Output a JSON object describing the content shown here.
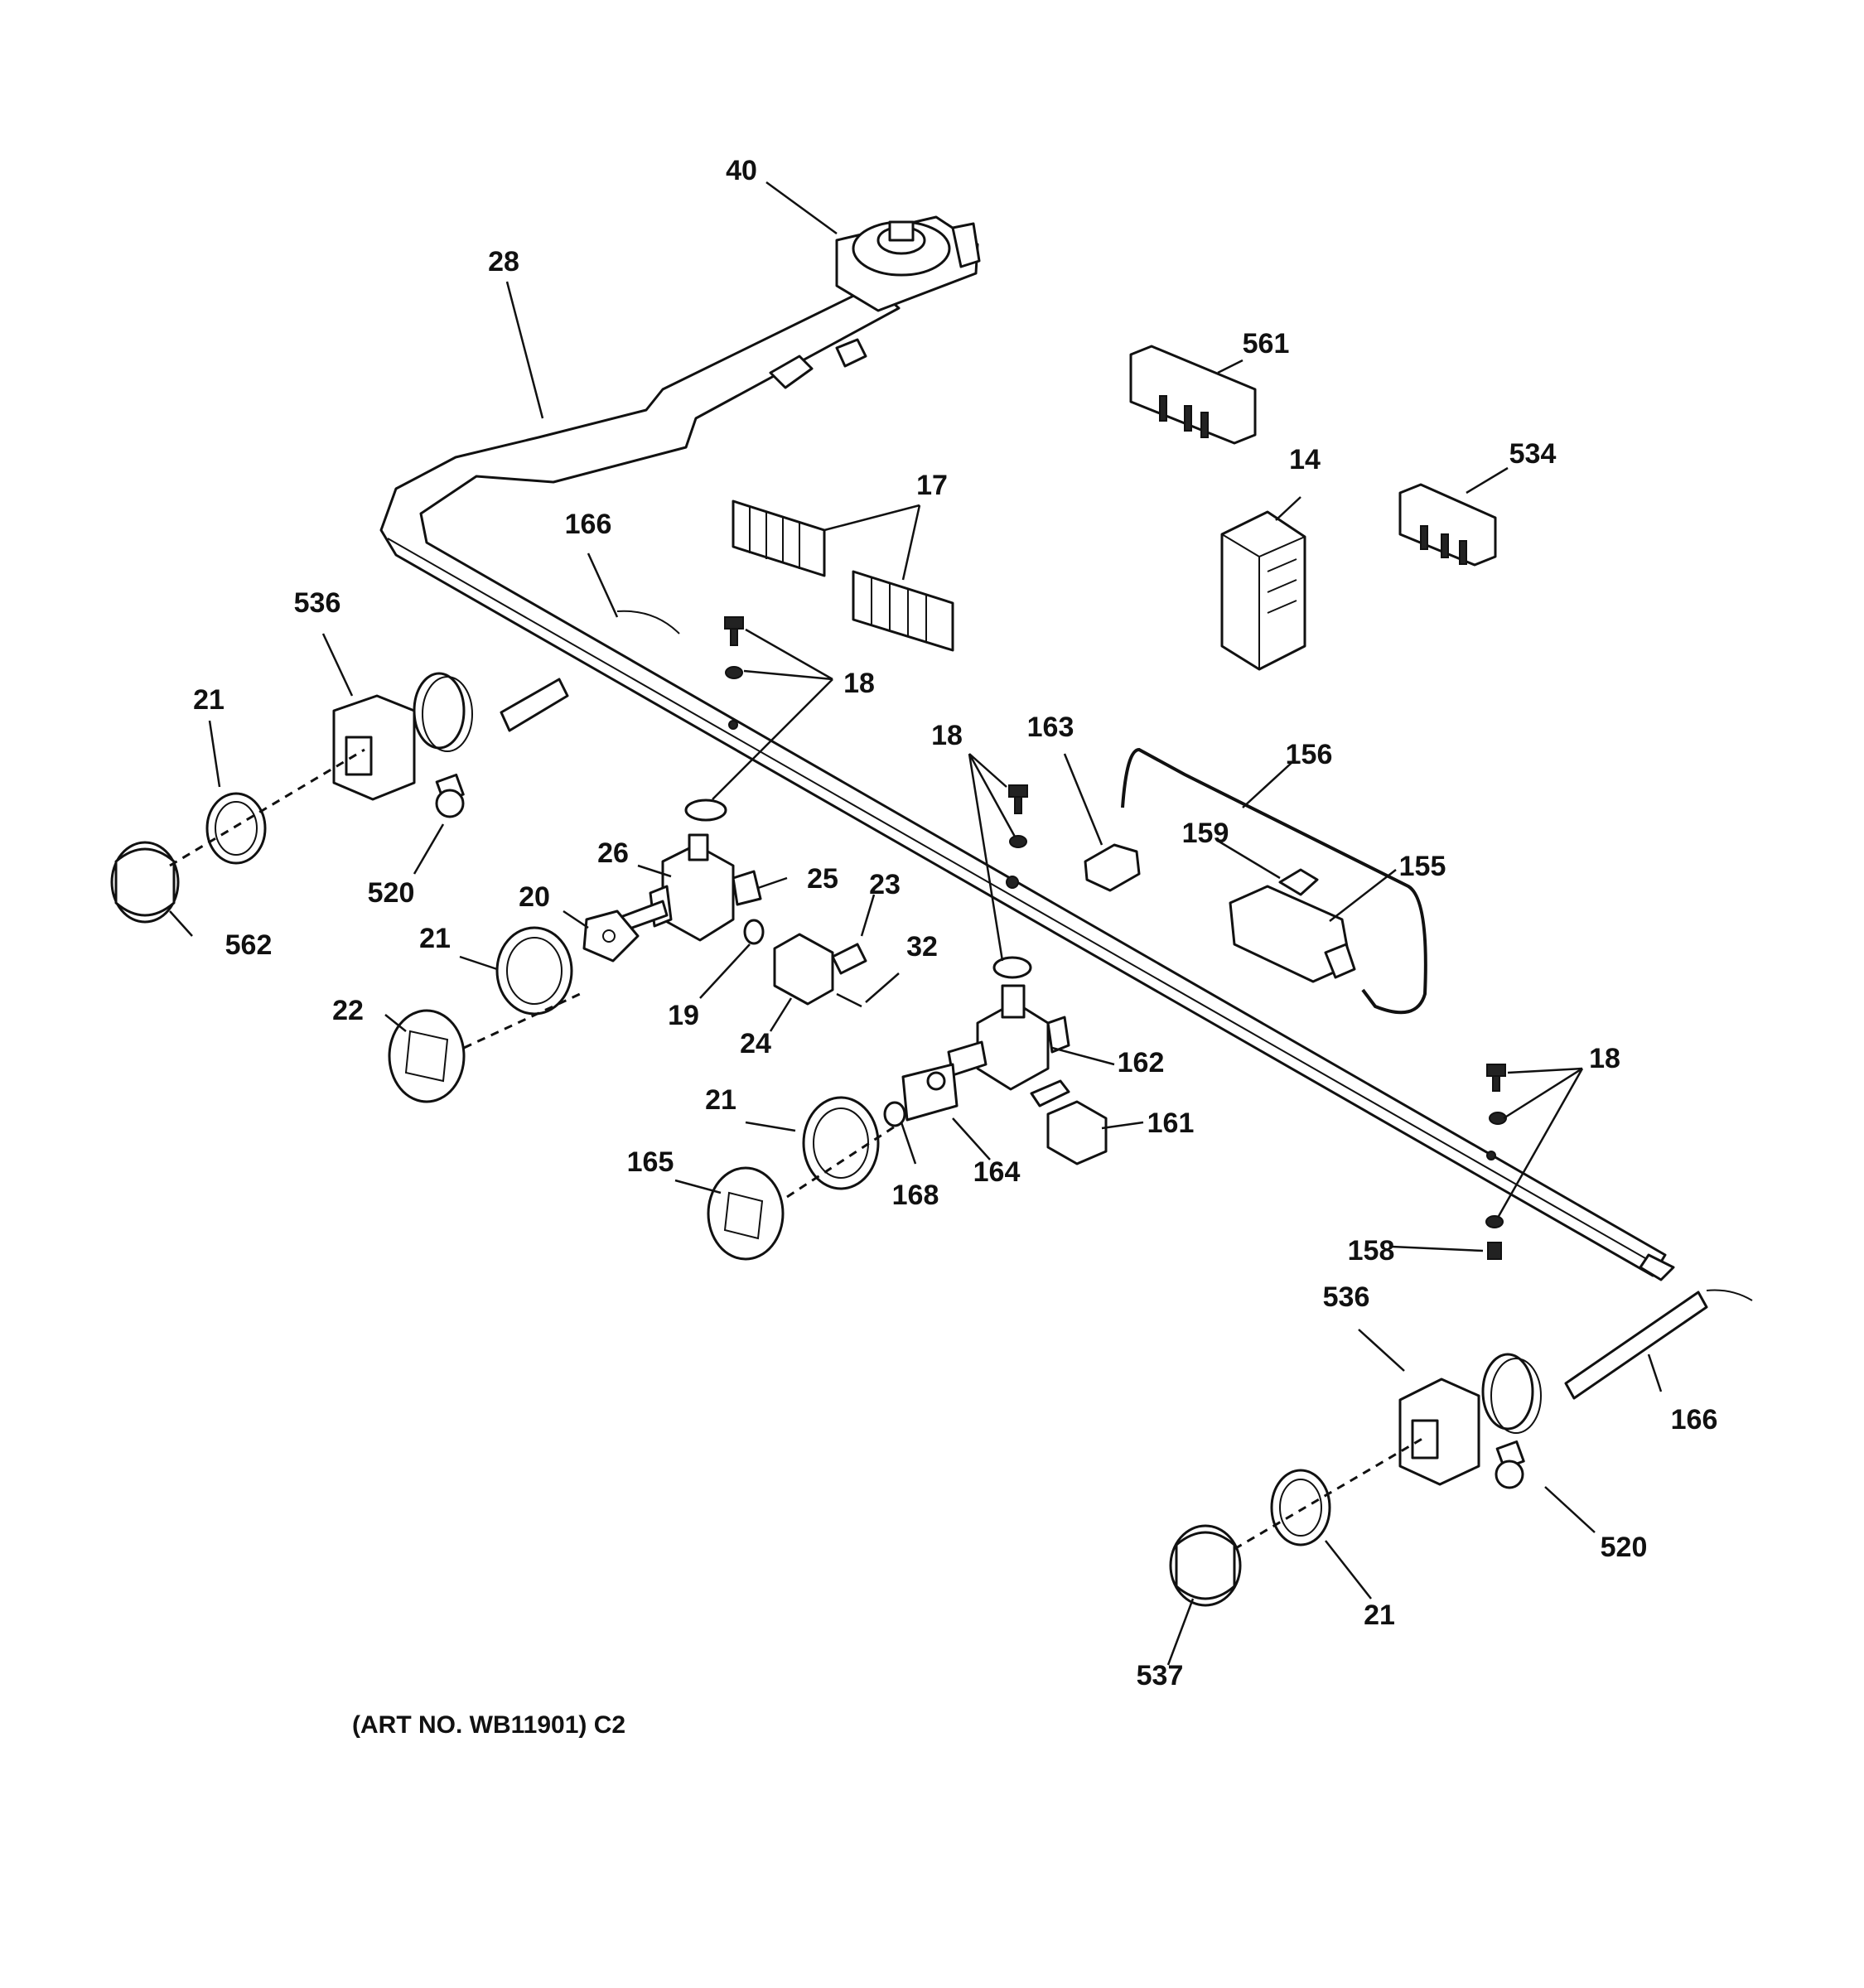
{
  "labels": {
    "l40": "40",
    "l28": "28",
    "l561": "561",
    "l14": "14",
    "l534": "534",
    "l17": "17",
    "l166a": "166",
    "l536a": "536",
    "l21a": "21",
    "l18a": "18",
    "l562": "562",
    "l520a": "520",
    "l26": "26",
    "l25": "25",
    "l23": "23",
    "l20": "20",
    "l21b": "21",
    "l19": "19",
    "l24": "24",
    "l32": "32",
    "l22": "22",
    "l18b": "18",
    "l163": "163",
    "l156": "156",
    "l159": "159",
    "l155": "155",
    "l162": "162",
    "l161": "161",
    "l164": "164",
    "l168": "168",
    "l21c": "21",
    "l165": "165",
    "l18c": "18",
    "l158": "158",
    "l536b": "536",
    "l166b": "166",
    "l520b": "520",
    "l21d": "21",
    "l537": "537"
  },
  "caption": "(ART NO. WB11901) C2"
}
